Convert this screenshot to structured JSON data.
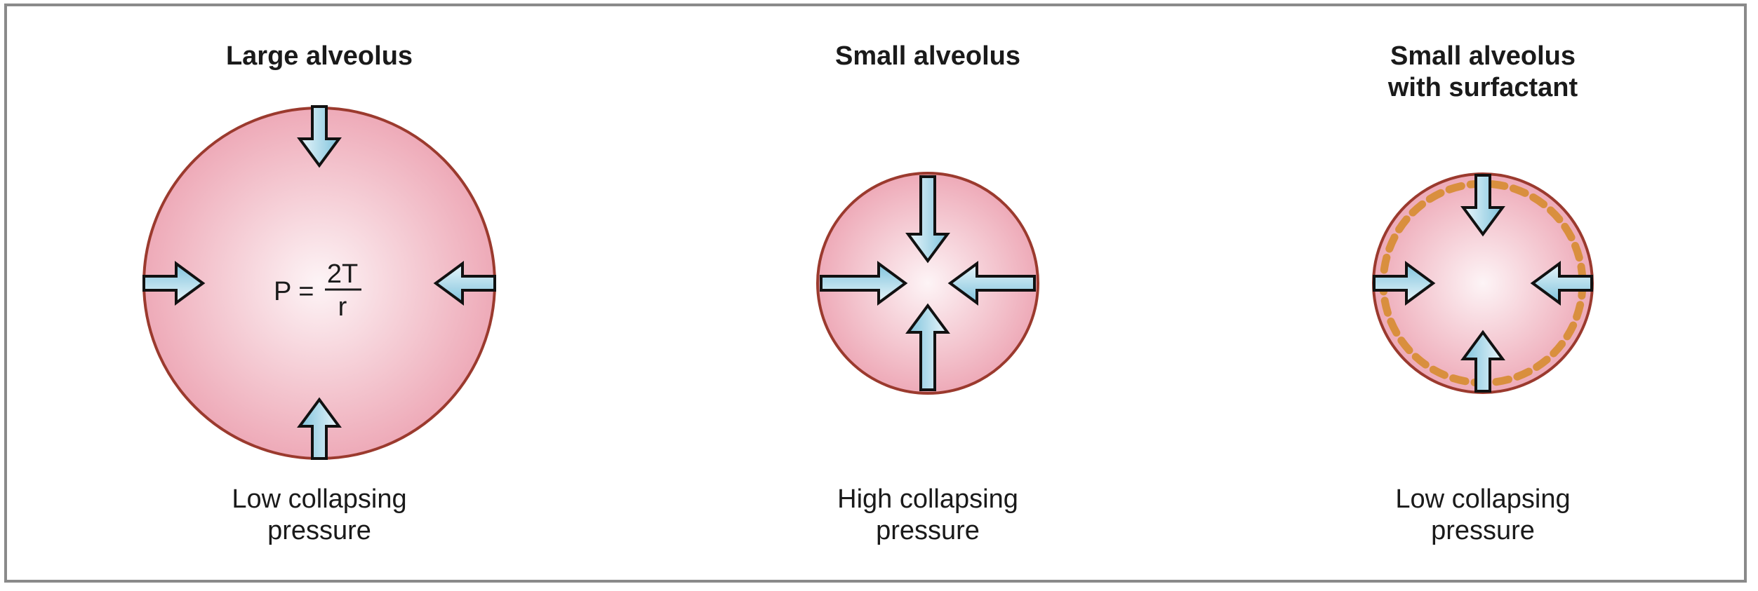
{
  "panels": [
    {
      "title_lines": [
        "Large alveolus"
      ],
      "caption_lines": [
        "Low collapsing",
        "pressure"
      ],
      "equation": {
        "lhs": "P =",
        "numerator": "2T",
        "denominator": "r"
      }
    },
    {
      "title_lines": [
        "Small alveolus"
      ],
      "caption_lines": [
        "High collapsing",
        "pressure"
      ]
    },
    {
      "title_lines": [
        "Small alveolus",
        "with surfactant"
      ],
      "caption_lines": [
        "Low collapsing",
        "pressure"
      ]
    }
  ],
  "colors": {
    "alveolus_fill_center": "#fdf4f6",
    "alveolus_fill_edge": "#eeaab8",
    "alveolus_outline": "#9b3a2e",
    "arrow_fill_light": "#e9f6fb",
    "arrow_fill_dark": "#7fc3dc",
    "arrow_outline": "#111111",
    "surfactant": "#d98f3e",
    "frame": "#8a8a8a"
  },
  "icons": {
    "arrow": "inward-pressure-arrow-icon"
  }
}
